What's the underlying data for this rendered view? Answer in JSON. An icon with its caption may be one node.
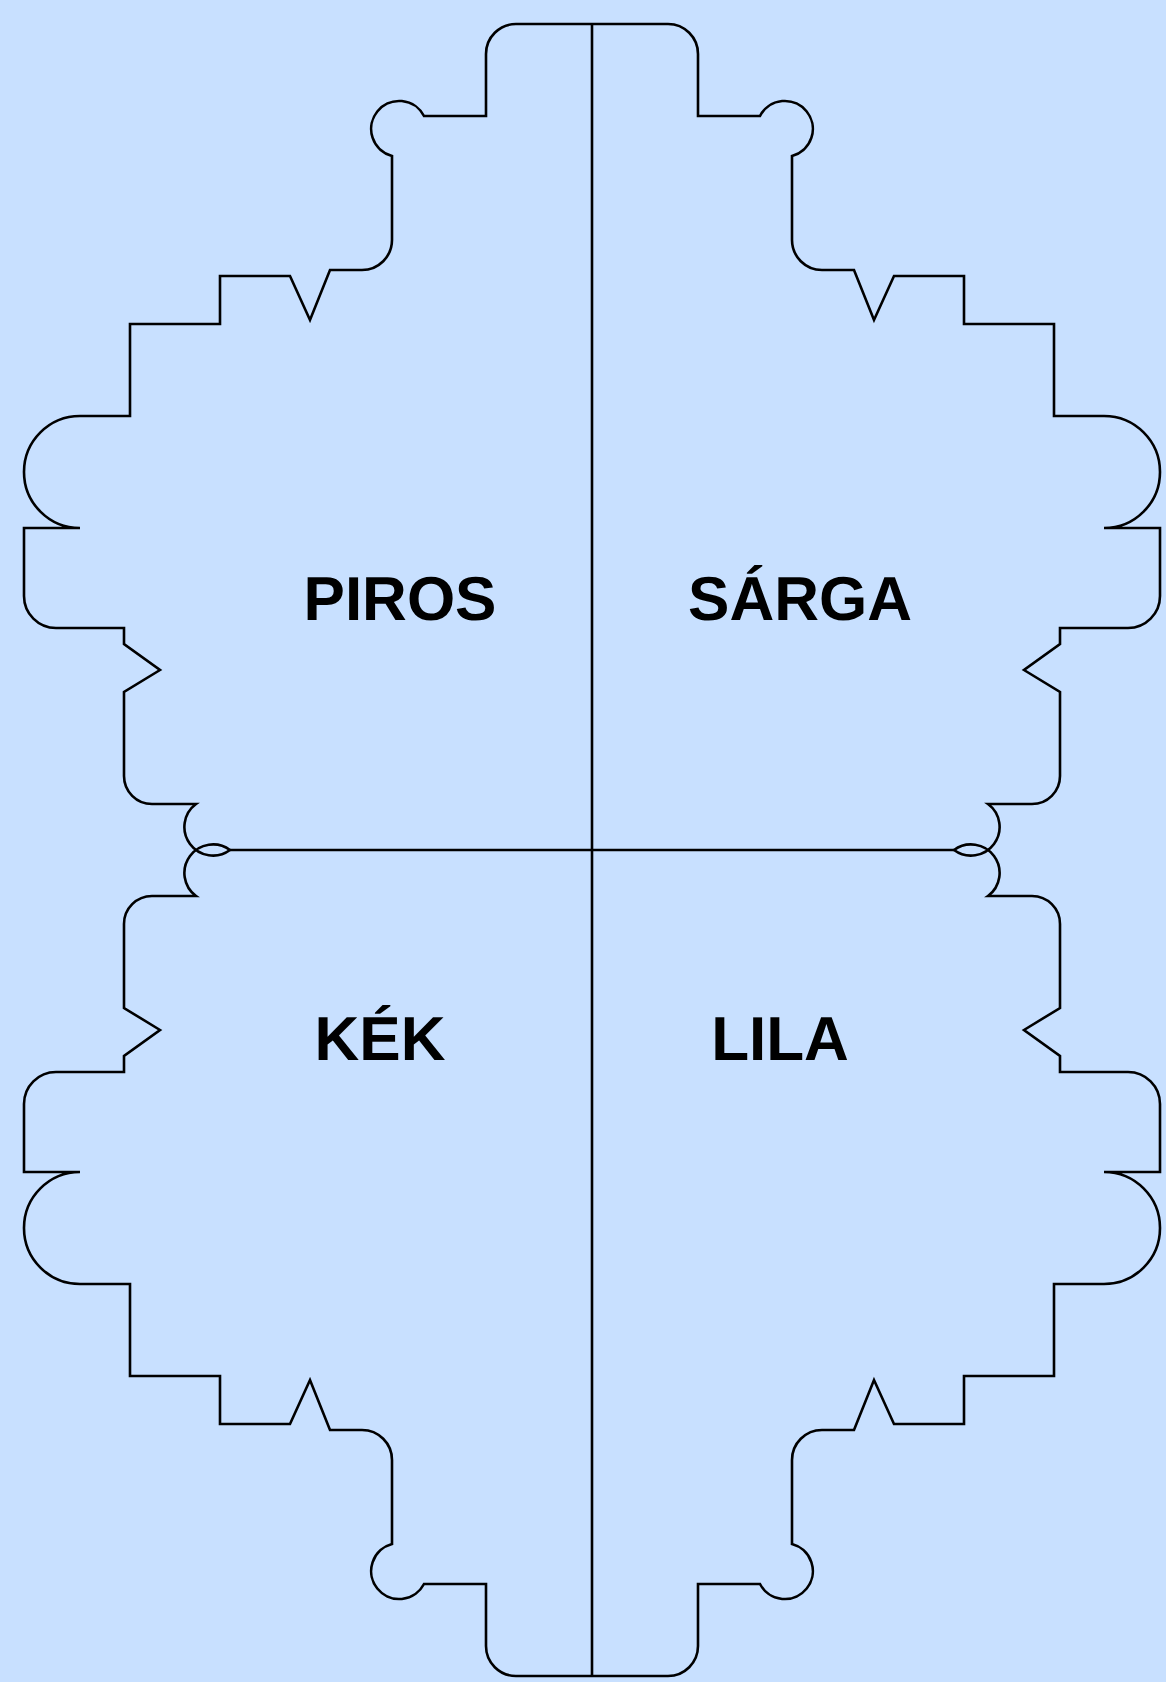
{
  "diagram": {
    "nodes": [
      {
        "text": [
          "PIROS"
        ]
      },
      {
        "text": [
          "SÁRGA"
        ]
      },
      {
        "text": [
          "KÉK"
        ]
      },
      {
        "text": [
          "LILA"
        ]
      }
    ]
  }
}
